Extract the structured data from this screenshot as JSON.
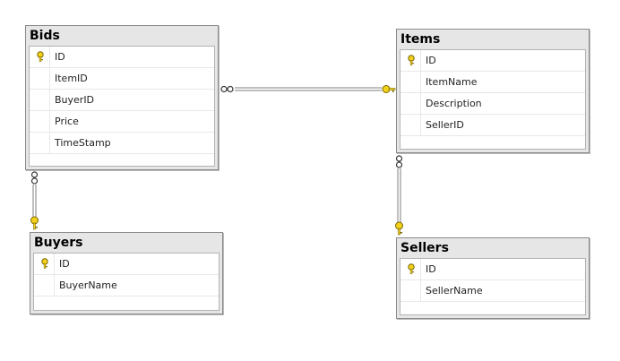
{
  "tables": {
    "bids": {
      "title": "Bids",
      "columns": [
        "ID",
        "ItemID",
        "BuyerID",
        "Price",
        "TimeStamp"
      ]
    },
    "items": {
      "title": "Items",
      "columns": [
        "ID",
        "ItemName",
        "Description",
        "SellerID"
      ]
    },
    "buyers": {
      "title": "Buyers",
      "columns": [
        "ID",
        "BuyerName"
      ]
    },
    "sellers": {
      "title": "Sellers",
      "columns": [
        "ID",
        "SellerName"
      ]
    }
  },
  "primary_key_column": "ID",
  "relationships": [
    {
      "from": "Bids",
      "to": "Items",
      "from_end": "many",
      "to_end": "one"
    },
    {
      "from": "Bids",
      "to": "Buyers",
      "from_end": "many",
      "to_end": "one"
    },
    {
      "from": "Items",
      "to": "Sellers",
      "from_end": "many",
      "to_end": "one"
    }
  ],
  "colors": {
    "header_bg": "#e6e6e6",
    "border": "#8a8a8a",
    "key_yellow": "#f2d21b",
    "line": "#7f7f7f"
  },
  "icons": {
    "primary_key": "key-icon",
    "many_end": "infinity-icon"
  }
}
